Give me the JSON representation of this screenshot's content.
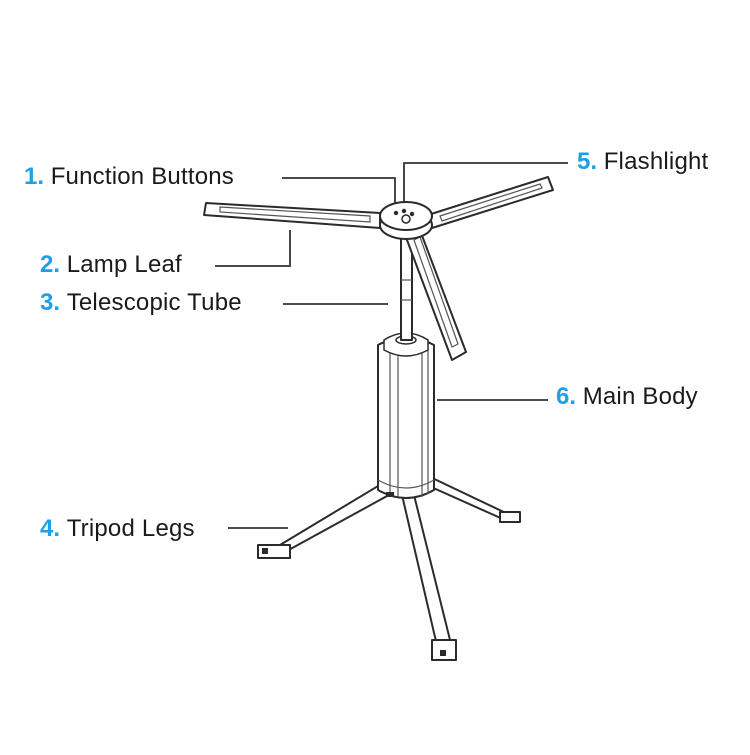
{
  "colors": {
    "number": "#1ea0e6",
    "text": "#1a1a1a",
    "line": "#333333"
  },
  "callouts": [
    {
      "id": "c1",
      "number": "1.",
      "label": "Function Buttons"
    },
    {
      "id": "c2",
      "number": "2.",
      "label": "Lamp Leaf"
    },
    {
      "id": "c3",
      "number": "3.",
      "label": "Telescopic Tube"
    },
    {
      "id": "c4",
      "number": "4.",
      "label": "Tripod Legs"
    },
    {
      "id": "c5",
      "number": "5.",
      "label": "Flashlight"
    },
    {
      "id": "c6",
      "number": "6.",
      "label": "Main Body"
    }
  ]
}
